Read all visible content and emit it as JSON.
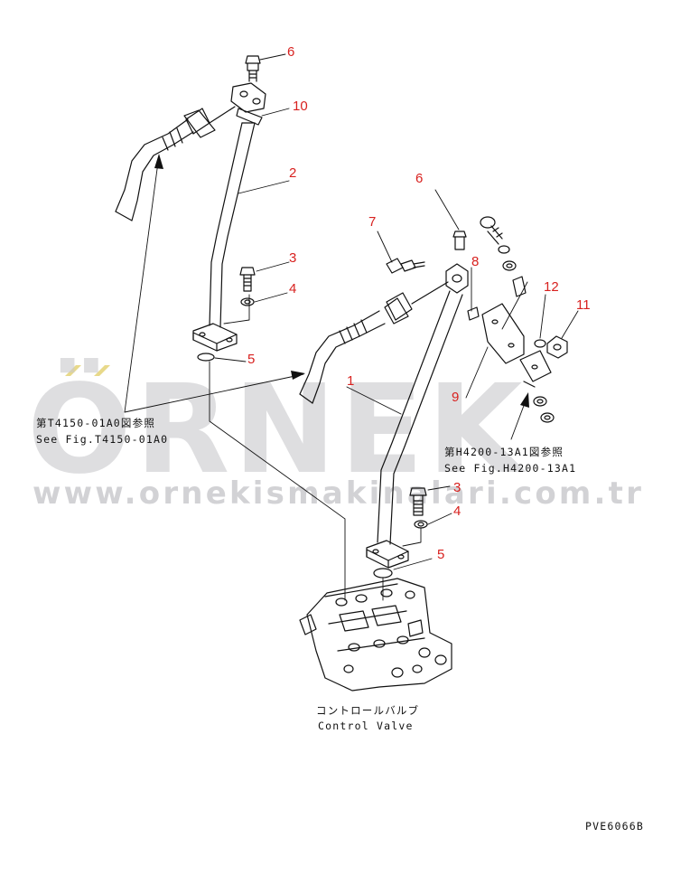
{
  "watermark": {
    "brand": "ÖRNEK",
    "url": "www.ornekismakinalari.com.tr",
    "color": "#c9c9cc"
  },
  "callouts": {
    "c6a": "6",
    "c10": "10",
    "c2": "2",
    "c3a": "3",
    "c4a": "4",
    "c5a": "5",
    "c6b": "6",
    "c7": "7",
    "c8": "8",
    "c12": "12",
    "c11": "11",
    "c9": "9",
    "c1": "1",
    "c3b": "3",
    "c4b": "4",
    "c5b": "5"
  },
  "callout_color": "#d8211f",
  "references": {
    "left_jp": "第T4150-01A0図参照",
    "left_en": "See Fig.T4150-01A0",
    "right_jp": "第H4200-13A1図参照",
    "right_en": "See Fig.H4200-13A1"
  },
  "control_valve": {
    "label_jp": "コントロールバルブ",
    "label_en": "Control Valve"
  },
  "drawing_code": "PVE6066B"
}
